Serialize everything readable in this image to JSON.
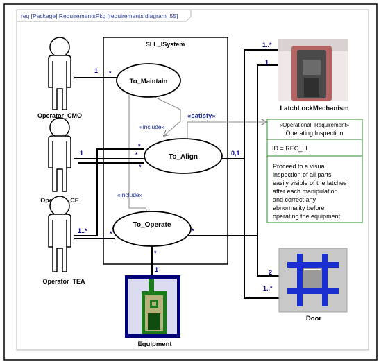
{
  "frame": {
    "title": "req [Package] RequirementsPkg [requirements diagram_55]"
  },
  "system": {
    "name": "SLL_ISystem"
  },
  "usecases": {
    "maintain": "To_Maintain",
    "align": "To_Align",
    "operate": "To_Operate"
  },
  "actors": {
    "cmo": "Operator_CMO",
    "ce": "Operator_CE",
    "tea": "Operator_TEA"
  },
  "blocks": {
    "latch": "LatchLockMechanism",
    "door": "Door",
    "equipment": "Equipment"
  },
  "requirement": {
    "stereotype": "«Operational_Requirement»",
    "name": "Operating Inspection",
    "id": "ID = REC_LL",
    "text_lines": [
      "Proceed to a visual",
      "inspection of all parts",
      "easily visible of the latches",
      "after each manipulation",
      "and correct any",
      "abnormality before",
      "operating the equipment"
    ]
  },
  "relations": {
    "include1": "«include»",
    "include2": "«include»",
    "satisfy": "«satisfy»"
  },
  "multiplicities": {
    "cmo_left": "1",
    "cmo_right": "*",
    "ce_left": "1",
    "ce_right_top": "*",
    "ce_right_bottom": "*",
    "tea_left": "1..*",
    "tea_right": "*",
    "align_right": "0,1",
    "operate_right": "*",
    "operate_bottom": "*",
    "equip_top": "1",
    "latch_top": "1..*",
    "latch_second": "1",
    "door_top": "2",
    "door_bottom": "1..*"
  },
  "colors": {
    "mult": "#00008b",
    "satisfy": "#1f2fa0",
    "req_border": "#2e8b2e",
    "equip_blue": "#00007a",
    "equip_green": "#1b7a1b"
  }
}
